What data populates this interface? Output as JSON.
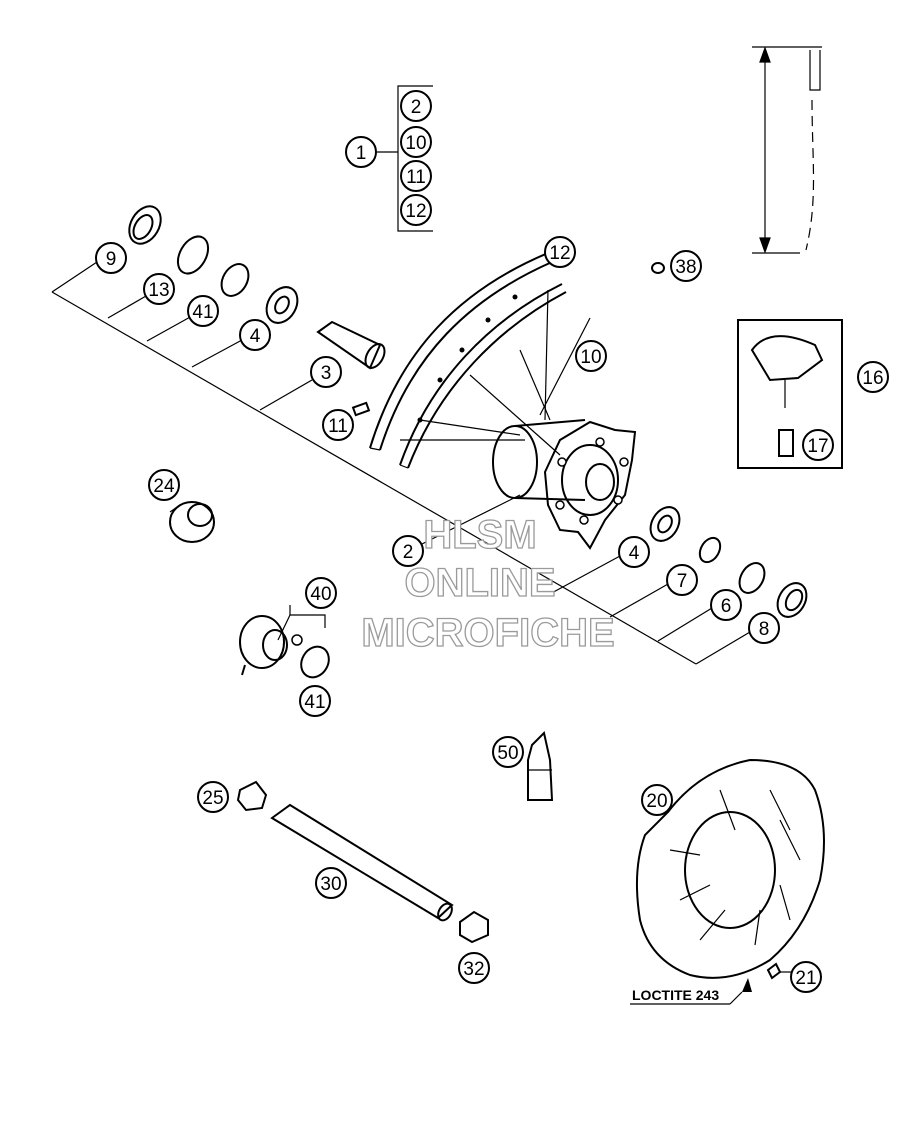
{
  "watermark": {
    "line1": "HLSM",
    "line2": "ONLINE",
    "line3": "MICROFICHE"
  },
  "note": "LOCTITE 243",
  "callouts": [
    {
      "id": "c-1",
      "label": "1"
    },
    {
      "id": "c-2a",
      "label": "2"
    },
    {
      "id": "c-10a",
      "label": "10"
    },
    {
      "id": "c-11a",
      "label": "11"
    },
    {
      "id": "c-12a",
      "label": "12"
    },
    {
      "id": "c-9",
      "label": "9"
    },
    {
      "id": "c-13",
      "label": "13"
    },
    {
      "id": "c-41a",
      "label": "41"
    },
    {
      "id": "c-4a",
      "label": "4"
    },
    {
      "id": "c-3",
      "label": "3"
    },
    {
      "id": "c-11b",
      "label": "11"
    },
    {
      "id": "c-12b",
      "label": "12"
    },
    {
      "id": "c-10b",
      "label": "10"
    },
    {
      "id": "c-38",
      "label": "38"
    },
    {
      "id": "c-16",
      "label": "16"
    },
    {
      "id": "c-17",
      "label": "17"
    },
    {
      "id": "c-24",
      "label": "24"
    },
    {
      "id": "c-2b",
      "label": "2"
    },
    {
      "id": "c-4b",
      "label": "4"
    },
    {
      "id": "c-7",
      "label": "7"
    },
    {
      "id": "c-6",
      "label": "6"
    },
    {
      "id": "c-8",
      "label": "8"
    },
    {
      "id": "c-40",
      "label": "40"
    },
    {
      "id": "c-41b",
      "label": "41"
    },
    {
      "id": "c-50",
      "label": "50"
    },
    {
      "id": "c-25",
      "label": "25"
    },
    {
      "id": "c-20",
      "label": "20"
    },
    {
      "id": "c-30",
      "label": "30"
    },
    {
      "id": "c-21",
      "label": "21"
    },
    {
      "id": "c-32",
      "label": "32"
    }
  ]
}
